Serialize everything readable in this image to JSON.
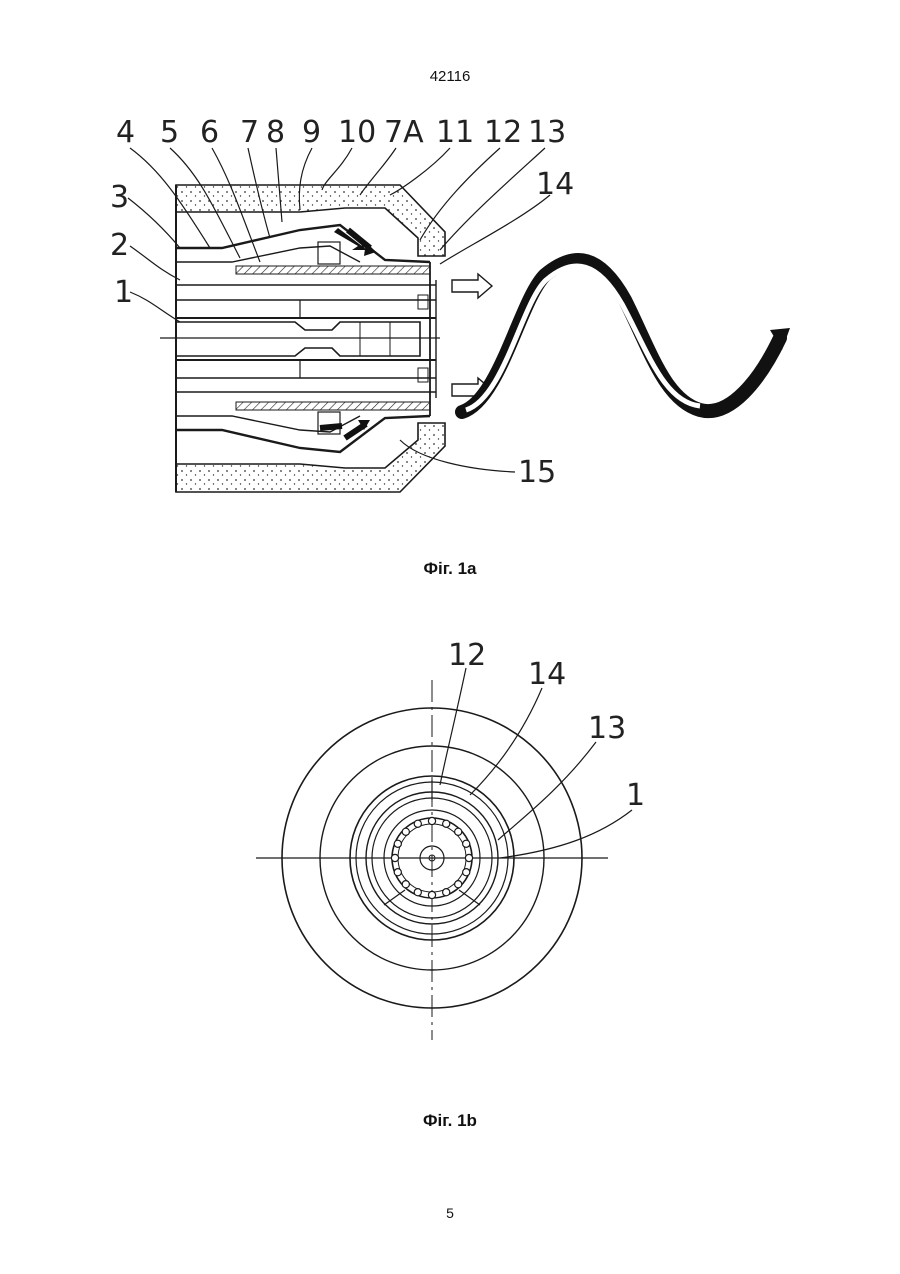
{
  "header": {
    "document_number": "42116"
  },
  "figure_1a": {
    "caption": "Фіг. 1a",
    "callouts": [
      "4",
      "5",
      "6",
      "7",
      "8",
      "9",
      "10",
      "7A",
      "11",
      "12",
      "13",
      "14",
      "3",
      "2",
      "1",
      "15"
    ]
  },
  "figure_1b": {
    "caption": "Фіг. 1b",
    "callouts": [
      "12",
      "14",
      "13",
      "1"
    ]
  },
  "footer": {
    "page_number": "5"
  }
}
